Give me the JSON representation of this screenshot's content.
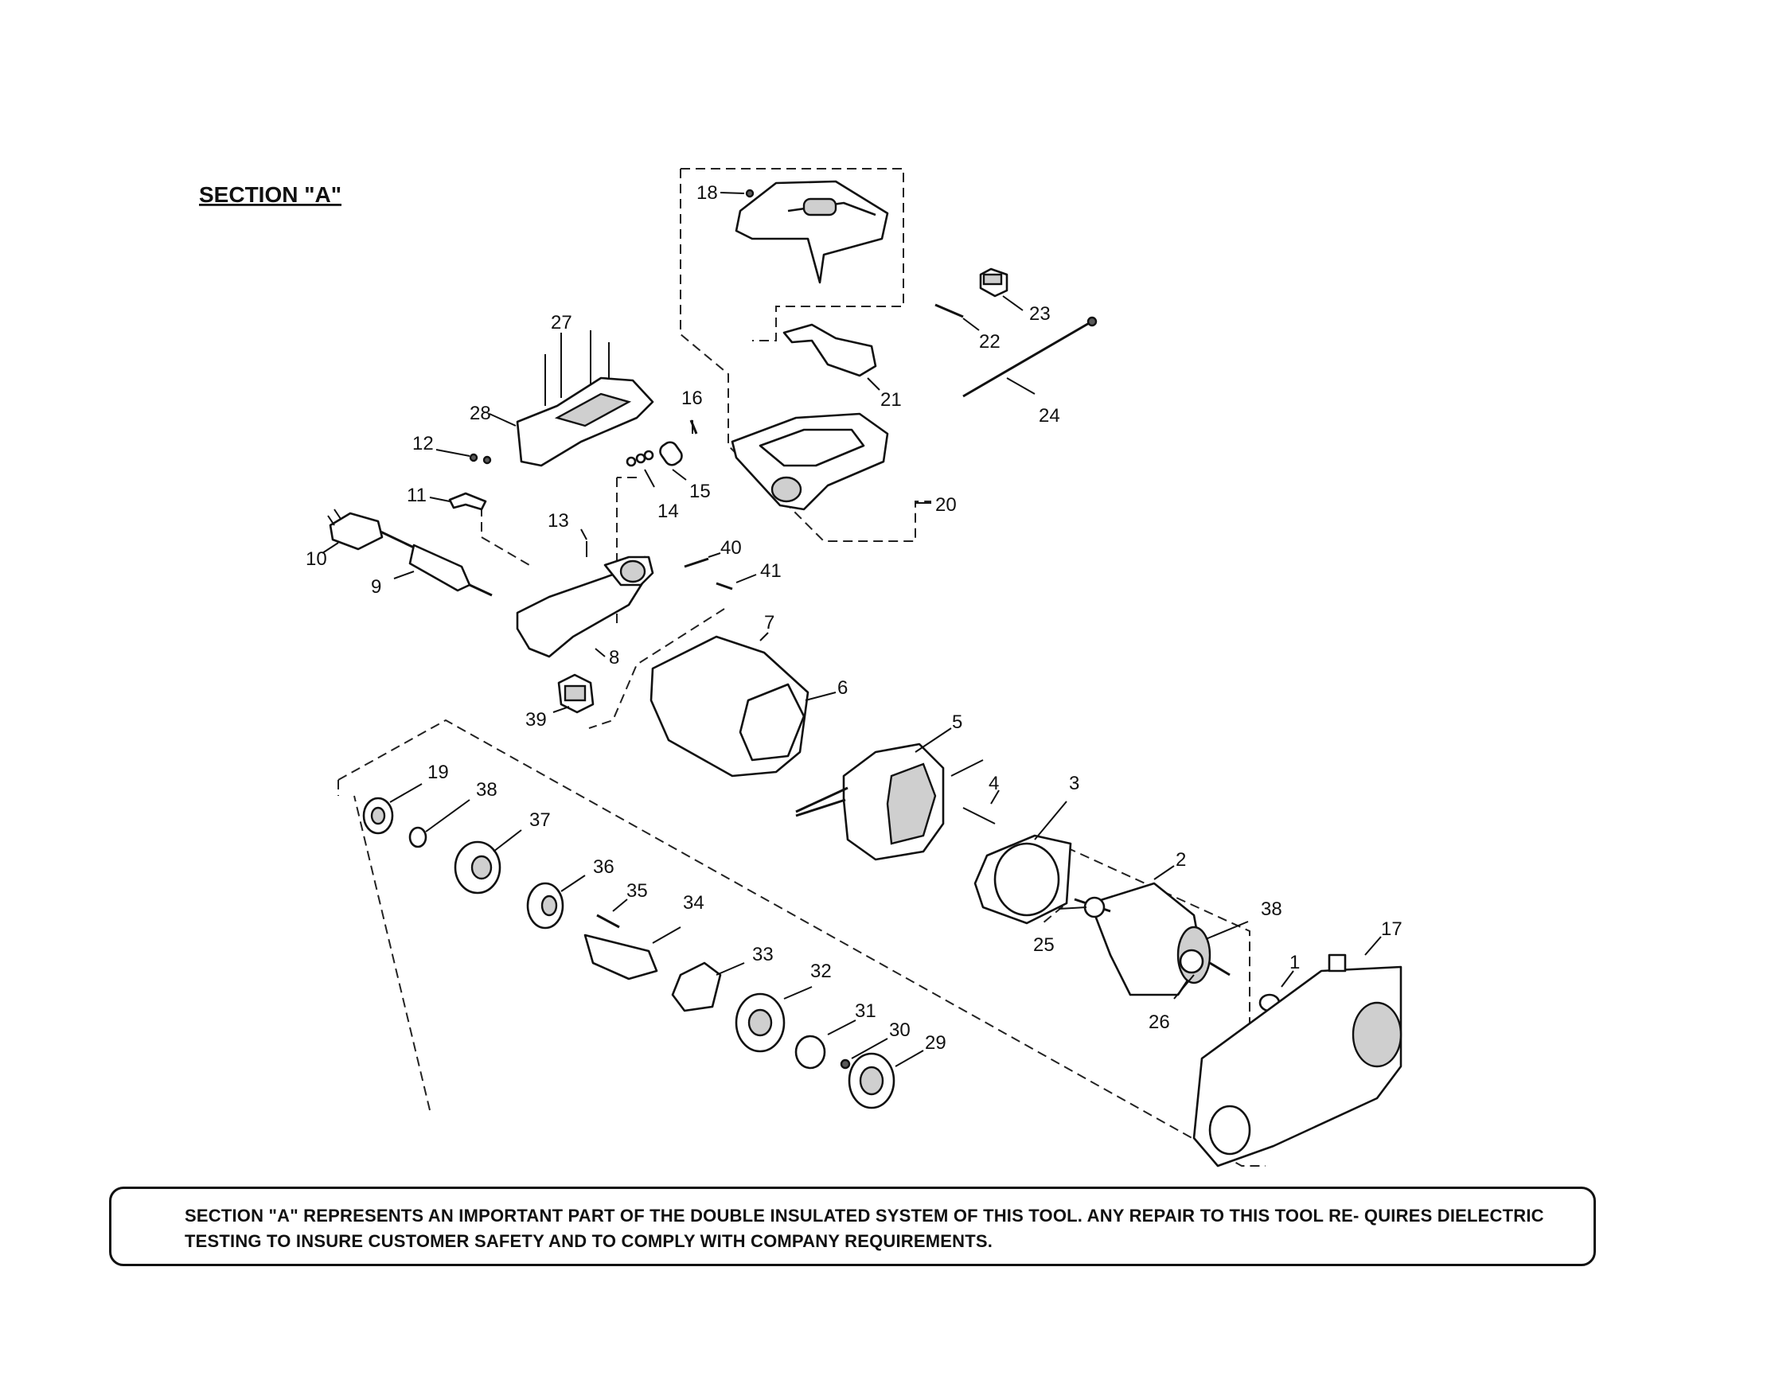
{
  "diagram": {
    "section_title": "SECTION \"A\"",
    "notice": "SECTION \"A\" REPRESENTS AN IMPORTANT PART OF THE DOUBLE INSULATED SYSTEM OF THIS TOOL. ANY REPAIR TO THIS TOOL RE- QUIRES DIELECTRIC TESTING TO INSURE CUSTOMER SAFETY AND TO COMPLY WITH COMPANY REQUIREMENTS."
  },
  "callouts": {
    "c1": "1",
    "c2": "2",
    "c3": "3",
    "c4": "4",
    "c5": "5",
    "c6": "6",
    "c7": "7",
    "c8": "8",
    "c9": "9",
    "c10": "10",
    "c11": "11",
    "c12": "12",
    "c13": "13",
    "c14": "14",
    "c15": "15",
    "c16": "16",
    "c17": "17",
    "c18": "18",
    "c19": "19",
    "c20": "20",
    "c21": "21",
    "c22": "22",
    "c23": "23",
    "c24": "24",
    "c25": "25",
    "c26": "26",
    "c27": "27",
    "c28": "28",
    "c29": "29",
    "c30": "30",
    "c31": "31",
    "c32": "32",
    "c33": "33",
    "c34": "34",
    "c35": "35",
    "c36": "36",
    "c37": "37",
    "c38a": "38",
    "c38b": "38",
    "c39": "39",
    "c40": "40",
    "c41": "41"
  }
}
